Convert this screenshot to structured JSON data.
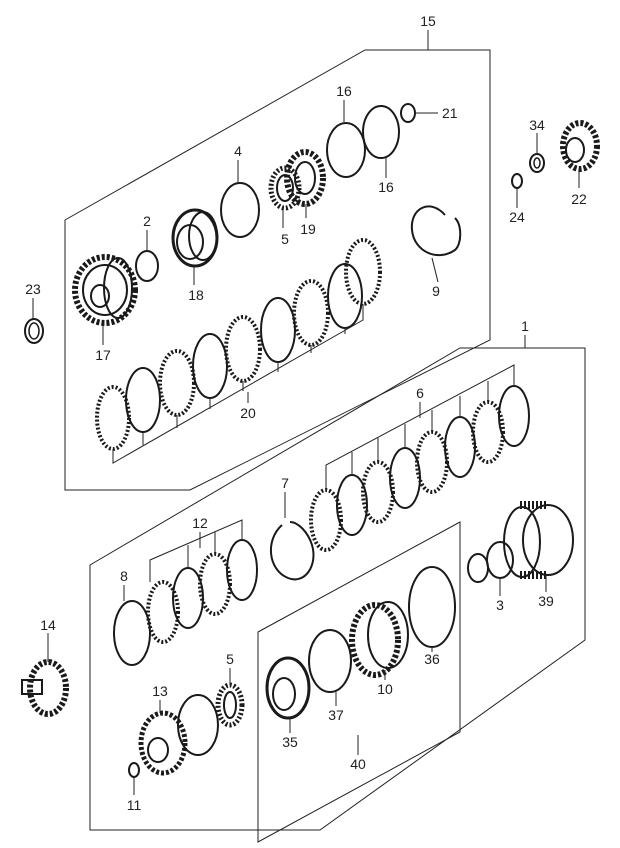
{
  "callouts": [
    {
      "id": "c1",
      "text": "1"
    },
    {
      "id": "c2",
      "text": "2"
    },
    {
      "id": "c3",
      "text": "3"
    },
    {
      "id": "c4",
      "text": "4"
    },
    {
      "id": "c5a",
      "text": "5"
    },
    {
      "id": "c5b",
      "text": "5"
    },
    {
      "id": "c6",
      "text": "6"
    },
    {
      "id": "c7",
      "text": "7"
    },
    {
      "id": "c8",
      "text": "8"
    },
    {
      "id": "c9",
      "text": "9"
    },
    {
      "id": "c10",
      "text": "10"
    },
    {
      "id": "c11",
      "text": "11"
    },
    {
      "id": "c12",
      "text": "12"
    },
    {
      "id": "c13",
      "text": "13"
    },
    {
      "id": "c14",
      "text": "14"
    },
    {
      "id": "c15",
      "text": "15"
    },
    {
      "id": "c16a",
      "text": "16"
    },
    {
      "id": "c16b",
      "text": "16"
    },
    {
      "id": "c17",
      "text": "17"
    },
    {
      "id": "c18",
      "text": "18"
    },
    {
      "id": "c19",
      "text": "19"
    },
    {
      "id": "c20",
      "text": "20"
    },
    {
      "id": "c21",
      "text": "21"
    },
    {
      "id": "c22",
      "text": "22"
    },
    {
      "id": "c23",
      "text": "23"
    },
    {
      "id": "c24",
      "text": "24"
    },
    {
      "id": "c34",
      "text": "34"
    },
    {
      "id": "c35",
      "text": "35"
    },
    {
      "id": "c36",
      "text": "36"
    },
    {
      "id": "c37",
      "text": "37"
    },
    {
      "id": "c39",
      "text": "39"
    },
    {
      "id": "c40",
      "text": "40"
    }
  ]
}
